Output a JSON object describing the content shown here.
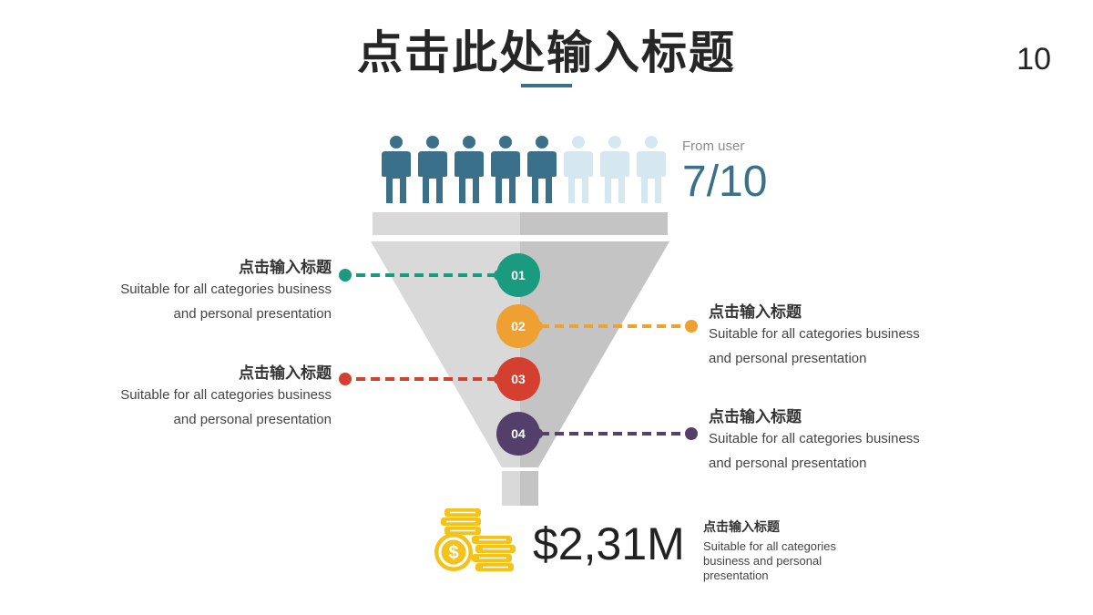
{
  "slide": {
    "title": "点击此处输入标题",
    "page_number": "10"
  },
  "colors": {
    "accent": "#3a7089",
    "person_active": "#3a7089",
    "person_inactive": "#d5e8f0",
    "funnel_left": "#d9d9d9",
    "funnel_right": "#c4c4c4",
    "step1": "#1a9a7e",
    "step2": "#eea131",
    "step3": "#d43f30",
    "step4": "#533f6a",
    "coins": "#f3c21b"
  },
  "users": {
    "label": "From user",
    "ratio": "7/10",
    "active": 5,
    "total": 8
  },
  "steps": [
    {
      "number": "01",
      "title": "点击输入标题",
      "line1": "Suitable for all categories business",
      "line2": "and personal presentation"
    },
    {
      "number": "02",
      "title": "点击输入标题",
      "line1": "Suitable for all categories business",
      "line2": "and personal presentation"
    },
    {
      "number": "03",
      "title": "点击输入标题",
      "line1": "Suitable for all categories business",
      "line2": "and personal presentation"
    },
    {
      "number": "04",
      "title": "点击输入标题",
      "line1": "Suitable for all categories business",
      "line2": "and personal presentation"
    }
  ],
  "result": {
    "amount": "$2,31M",
    "title": "点击输入标题",
    "text": "Suitable for all categories business and personal presentation",
    "icon": "coins-icon"
  }
}
